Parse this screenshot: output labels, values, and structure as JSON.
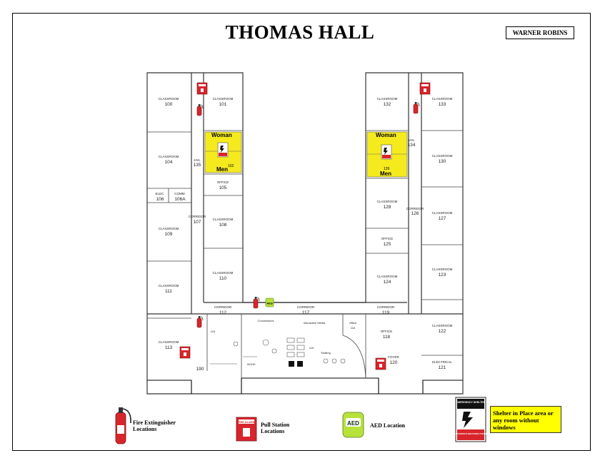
{
  "title": "THOMAS HALL",
  "campus": "WARNER ROBINS",
  "rooms": {
    "classroom": "CLASSROOM",
    "office": "OFFICE",
    "corridor": "CORRIDOR",
    "elec": "ELEC.",
    "comm": "COMM.",
    "jan": "JAN.",
    "foyer": "FOYER",
    "electrical": "ELECTRICAL",
    "office_lc": "Office",
    "interactive_media": "Interactive Media",
    "concessions": "Concessions",
    "seating": "Seating",
    "book": "BOOK",
    "n100": "100",
    "n101": "101",
    "n104": "104",
    "n105": "105",
    "n106": "106",
    "n106a": "106A",
    "n107": "107",
    "n108": "108",
    "n109": "109",
    "n110": "110",
    "n111": "111",
    "n112": "112",
    "n113": "113",
    "n115": "115",
    "n116": "116",
    "n117": "117",
    "n118": "118",
    "n119": "119",
    "n120": "120",
    "n121": "121",
    "n122": "122",
    "n123": "123",
    "n124": "124",
    "n125": "125",
    "n126": "126",
    "n127": "127",
    "n128": "128",
    "n130": "130",
    "n132": "132",
    "n133": "133",
    "n134": "134",
    "n135": "135",
    "n190": "190"
  },
  "restrooms": {
    "women": "Woman",
    "men": "Men",
    "n102": "102",
    "n129": "129"
  },
  "legend": {
    "extinguisher": "Fire Extinguisher Locations",
    "pull_station": "Pull Station Locations",
    "aed": "AED Location",
    "aed_badge": "AED",
    "shelter_sign_top": "EMERGENCY SHELTER",
    "shelter_sign_bottom": "FOR HAZARDOUS WEATHER CONDITIONS",
    "shelter_note": "Shelter in Place area or any room  without windows",
    "pull_sign": "FIRE ALARM"
  },
  "colors": {
    "restroom": "#f5ea1e",
    "alarm": "#d8252b",
    "aed": "#b6e23a",
    "shelter_note": "#ffff00"
  }
}
